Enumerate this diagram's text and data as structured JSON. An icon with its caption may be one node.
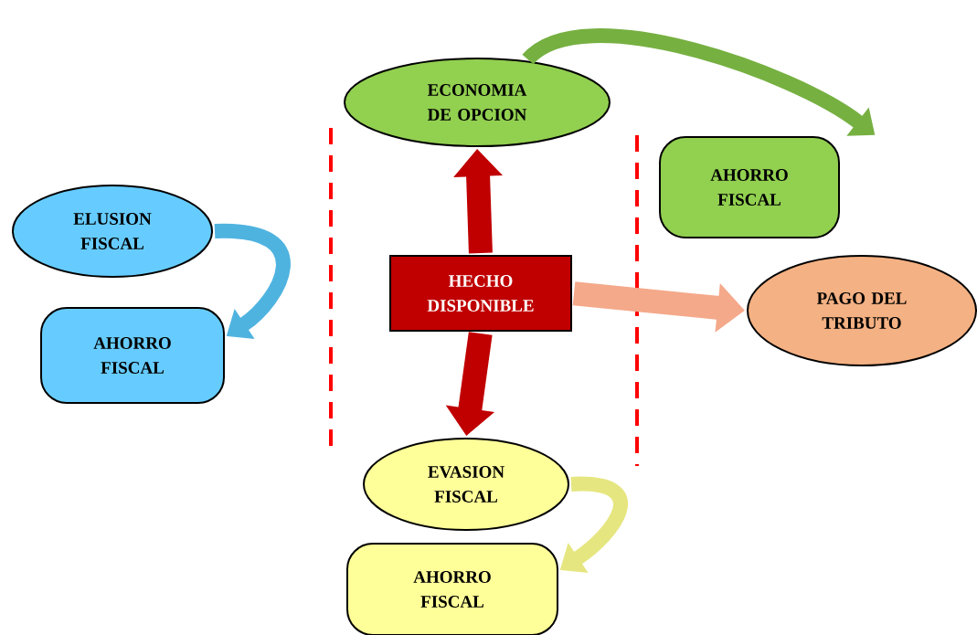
{
  "diagram": {
    "nodes": [
      {
        "text": [
          "ECONOMIA DE OPCION"
        ]
      },
      {
        "text": [
          "AHORRO FISCAL"
        ]
      },
      {
        "text": [
          "ELUSION FISCAL"
        ]
      },
      {
        "text": [
          "HECHO DISPONIBLE"
        ]
      },
      {
        "text": [
          "PAGO DEL TRIBUTO"
        ]
      },
      {
        "text": [
          "AHORRO FISCAL"
        ]
      },
      {
        "text": [
          "EVASION FISCAL"
        ]
      },
      {
        "text": [
          "AHORRO FISCAL"
        ]
      }
    ],
    "edges": [
      {
        "from": 3,
        "to": 0,
        "arrow": "to",
        "color": "#c00000"
      },
      {
        "from": 3,
        "to": 6,
        "arrow": "to",
        "color": "#c00000"
      },
      {
        "from": 3,
        "to": 4,
        "arrow": "to",
        "color": "#f4a98a"
      },
      {
        "from": 0,
        "to": 1,
        "arrow": "to",
        "color": "#76b041"
      },
      {
        "from": 2,
        "to": 5,
        "arrow": "to",
        "color": "#4fb3e0"
      },
      {
        "from": 6,
        "to": 7,
        "arrow": "to",
        "color": "#e6e680"
      }
    ]
  }
}
